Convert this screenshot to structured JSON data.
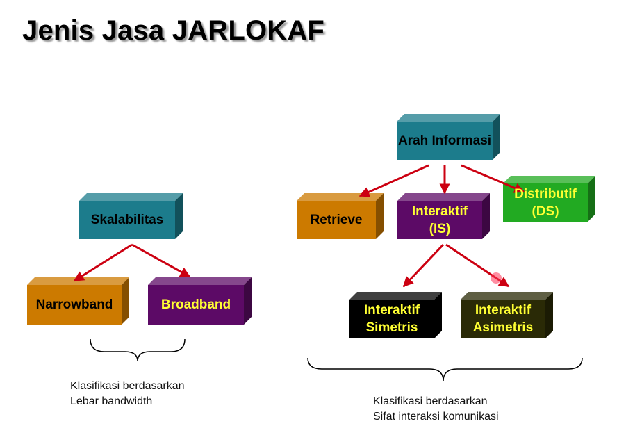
{
  "title": "Jenis Jasa JARLOKAF",
  "nodes": {
    "arah_informasi": "Arah Informasi",
    "skalabilitas": "Skalabilitas",
    "narrowband": "Narrowband",
    "broadband": "Broadband",
    "retrieve": "Retrieve",
    "interaktif_is": "Interaktif\n(IS)",
    "distributif_ds": "Distributif\n(DS)",
    "interaktif_simetris": "Interaktif\nSimetris",
    "interaktif_asimetris": "Interaktif\nAsimetris"
  },
  "captions": {
    "bandwidth": "Klasifikasi berdasarkan\nLebar bandwidth",
    "interaksi": "Klasifikasi berdasarkan\nSifat interaksi komunikasi"
  },
  "colors": {
    "teal": "#1c7c8c",
    "orange": "#cc7a00",
    "purple": "#5c0a66",
    "green": "#22aa22",
    "black": "#000000",
    "olive": "#2a2a06",
    "arrow": "#cc0011",
    "text_dark": "#000000",
    "text_yellow": "#ffff33"
  }
}
